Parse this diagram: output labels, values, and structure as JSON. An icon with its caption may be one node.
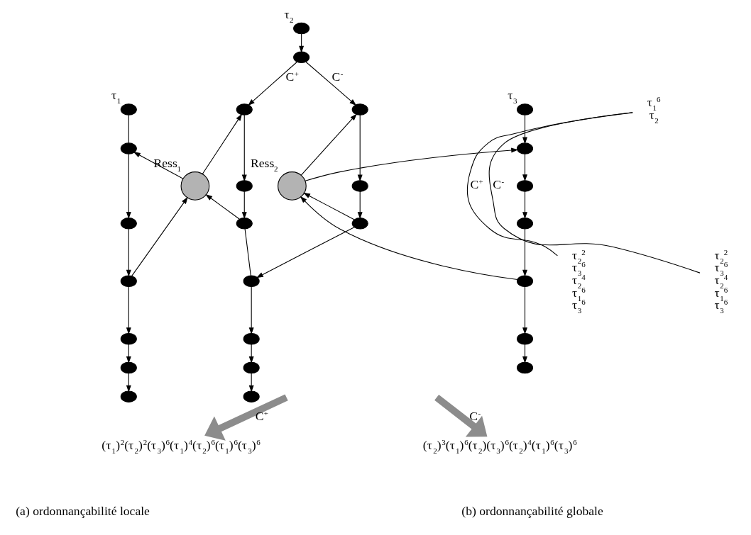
{
  "diagram": {
    "nodes": [
      {
        "text": [],
        "shape": "ellipse",
        "beside": [
          "τ$_{2}$"
        ]
      },
      {
        "text": [],
        "shape": "ellipse"
      },
      {
        "text": [],
        "shape": "ellipse"
      },
      {
        "text": [],
        "shape": "ellipse"
      },
      {
        "text": [],
        "shape": "ellipse",
        "beside": [
          "τ$_{3}$"
        ]
      },
      {
        "text": [],
        "shape": "ellipse",
        "beside": [
          "τ$_{1}$"
        ]
      },
      {
        "text": [],
        "shape": "ellipse"
      },
      {
        "text": [],
        "shape": "ellipse"
      },
      {
        "text": [],
        "shape": "circle",
        "beside": [
          "Ress$_{1}$"
        ]
      },
      {
        "text": [],
        "shape": "ellipse"
      },
      {
        "text": [],
        "shape": "ellipse"
      },
      {
        "text": [],
        "shape": "circle",
        "beside": [
          "Ress$_{2}$"
        ]
      },
      {
        "text": [],
        "shape": "ellipse"
      },
      {
        "text": [],
        "shape": "ellipse"
      },
      {
        "text": [],
        "shape": "ellipse"
      },
      {
        "text": [],
        "shape": "ellipse"
      },
      {
        "text": [],
        "shape": "ellipse"
      },
      {
        "text": [],
        "shape": "ellipse"
      },
      {
        "text": [],
        "shape": "ellipse"
      },
      {
        "text": [],
        "shape": "ellipse"
      },
      {
        "text": [],
        "shape": "ellipse"
      },
      {
        "text": [],
        "shape": "ellipse"
      },
      {
        "text": [],
        "shape": "ellipse"
      },
      {
        "text": [],
        "shape": "ellipse"
      },
      {
        "text": [],
        "shape": "ellipse"
      },
      {
        "text": [],
        "shape": "ellipse"
      },
      {
        "text": [],
        "shape": "ellipse"
      },
      {
        "text": [],
        "shape": "ellipse"
      },
      {
        "text": [
          "(τ$_{1}$)$^{2}$(τ$_{2}$)$^{2}$(τ$_{3}$)$^{6}$(τ$_{1}$)$^{4}$(τ$_{2}$)$^{6}$(τ$_{1}$)$^{6}$(τ$_{3}$)$^{6}$"
        ]
      },
      {
        "text": [
          "(τ$_{2}$)$^{3}$(τ$_{1}$)$^{6}$(τ$_{2}$)(τ$_{3}$)$^{6}$(τ$_{2}$)$^{4}$(τ$_{1}$)$^{6}$(τ$_{3}$)$^{6}$"
        ]
      },
      {
        "text": [
          "τ$_{1}$$^{6}$",
          "τ$_{2}$"
        ]
      },
      {
        "text": [
          "τ$_{2}$$^{2}$",
          "τ$_{3}$$^{6}$",
          "τ$_{2}$$^{4}$",
          "τ$_{1}$$^{6}$",
          "τ$_{3}$$^{6}$"
        ]
      },
      {
        "text": [
          "τ$_{2}$$^{2}$",
          "τ$_{3}$$^{6}$",
          "τ$_{2}$$^{4}$",
          "τ$_{1}$$^{6}$",
          "τ$_{3}$$^{6}$"
        ]
      }
    ],
    "edges": [
      {
        "from": 0,
        "to": 1,
        "arrow": "to"
      },
      {
        "from": 1,
        "to": 2,
        "arrow": "to",
        "label": "C$^{+}$"
      },
      {
        "from": 1,
        "to": 3,
        "arrow": "to",
        "label": "C$^{-}$"
      },
      {
        "from": 2,
        "to": 9,
        "arrow": "to"
      },
      {
        "from": 9,
        "to": 14,
        "arrow": "to"
      },
      {
        "from": 3,
        "to": 10,
        "arrow": "to"
      },
      {
        "from": 10,
        "to": 15,
        "arrow": "to"
      },
      {
        "from": 14,
        "to": 18,
        "arrow": "none"
      },
      {
        "from": 15,
        "to": 18,
        "arrow": "to"
      },
      {
        "from": 18,
        "to": 21,
        "arrow": "to"
      },
      {
        "from": 21,
        "to": 24,
        "arrow": "to"
      },
      {
        "from": 24,
        "to": 27,
        "arrow": "to"
      },
      {
        "from": 5,
        "to": 6,
        "arrow": "none"
      },
      {
        "from": 6,
        "to": 13,
        "arrow": "to"
      },
      {
        "from": 13,
        "to": 17,
        "arrow": "to"
      },
      {
        "from": 17,
        "to": 20,
        "arrow": "to"
      },
      {
        "from": 20,
        "to": 23,
        "arrow": "to"
      },
      {
        "from": 23,
        "to": 26,
        "arrow": "to"
      },
      {
        "from": 4,
        "to": 7,
        "arrow": "to"
      },
      {
        "from": 7,
        "to": 12,
        "arrow": "to"
      },
      {
        "from": 12,
        "to": 16,
        "arrow": "to"
      },
      {
        "from": 16,
        "to": 19,
        "arrow": "to"
      },
      {
        "from": 19,
        "to": 22,
        "arrow": "to"
      },
      {
        "from": 22,
        "to": 25,
        "arrow": "to"
      },
      {
        "from": 17,
        "to": 8,
        "arrow": "to"
      },
      {
        "from": 8,
        "to": 6,
        "arrow": "to"
      },
      {
        "from": 8,
        "to": 2,
        "arrow": "to"
      },
      {
        "from": 14,
        "to": 8,
        "arrow": "to"
      },
      {
        "from": 15,
        "to": 11,
        "arrow": "to"
      },
      {
        "from": 11,
        "to": 3,
        "arrow": "to"
      },
      {
        "from": 11,
        "to": 7,
        "arrow": "to"
      },
      {
        "from": 19,
        "to": 11,
        "arrow": "to"
      },
      {
        "from": 30,
        "to": 31,
        "arrow": "none",
        "label": "C$^{+}$"
      },
      {
        "from": 30,
        "to": 32,
        "arrow": "none",
        "label": "C$^{-}$"
      },
      {
        "from": null,
        "to": 28,
        "arrow": "to",
        "label": "C$^{+}$",
        "style": "thick",
        "color": "#8c8c8c"
      },
      {
        "from": null,
        "to": 29,
        "arrow": "to",
        "label": "C$^{-}$",
        "style": "thick",
        "color": "#8c8c8c"
      }
    ],
    "labels": [
      "(a) ordonnançabilité locale",
      "(b) ordonnançabilité globale"
    ]
  }
}
